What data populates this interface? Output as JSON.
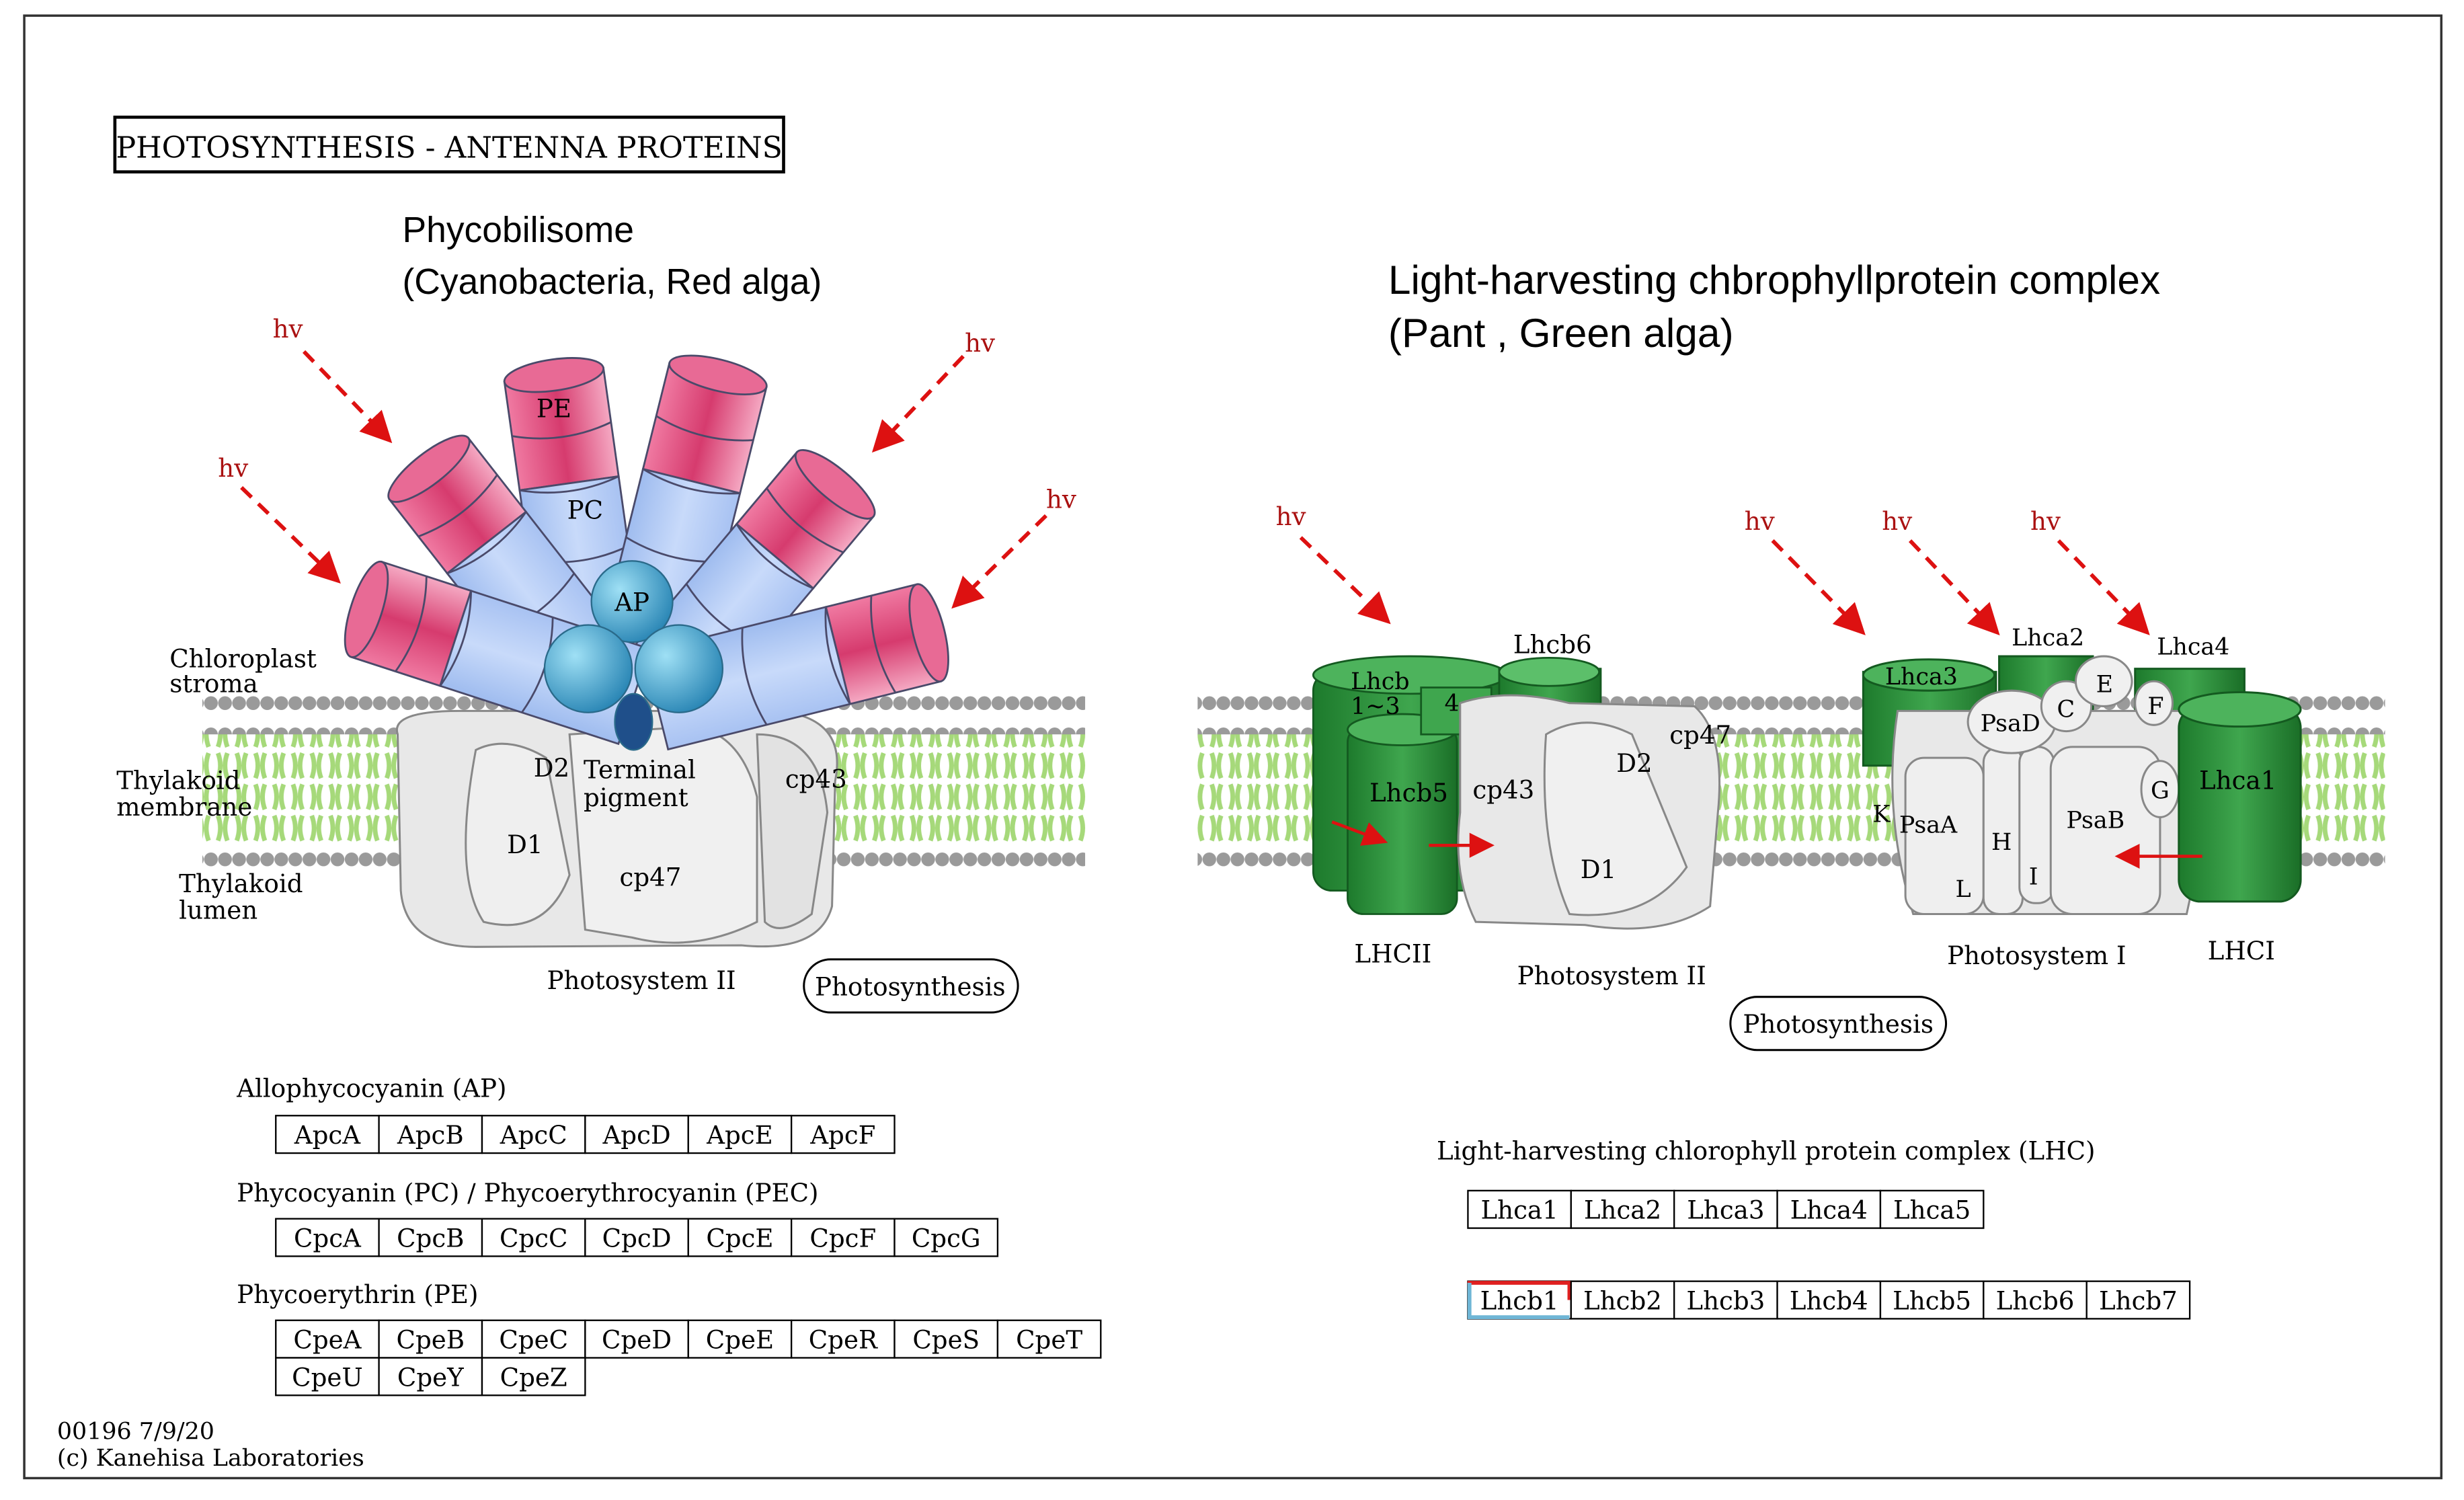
{
  "title": "PHOTOSYNTHESIS - ANTENNA PROTEINS",
  "footer": {
    "id_date": "00196 7/9/20",
    "copyright": "(c) Kanehisa Laboratories"
  },
  "left": {
    "heading1": "Phycobilisome",
    "heading2": "(Cyanobacteria, Red alga)",
    "labels": {
      "stroma": [
        "Chloroplast",
        "stroma"
      ],
      "membrane": [
        "Thylakoid",
        "membrane"
      ],
      "lumen": [
        "Thylakoid",
        "lumen"
      ],
      "PE": "PE",
      "PC": "PC",
      "AP": "AP",
      "terminal": [
        "Terminal",
        "pigment"
      ],
      "D2": "D2",
      "D1": "D1",
      "cp43": "cp43",
      "cp47": "cp47",
      "ps2": "Photosystem II"
    },
    "link": "Photosynthesis",
    "groups": [
      {
        "title": "Allophycocyanin (AP)",
        "rows": [
          [
            "ApcA",
            "ApcB",
            "ApcC",
            "ApcD",
            "ApcE",
            "ApcF"
          ]
        ]
      },
      {
        "title": "Phycocyanin (PC) / Phycoerythrocyanin (PEC)",
        "rows": [
          [
            "CpcA",
            "CpcB",
            "CpcC",
            "CpcD",
            "CpcE",
            "CpcF",
            "CpcG"
          ]
        ]
      },
      {
        "title": "Phycoerythrin (PE)",
        "rows": [
          [
            "CpeA",
            "CpeB",
            "CpeC",
            "CpeD",
            "CpeE",
            "CpeR",
            "CpeS",
            "CpeT"
          ],
          [
            "CpeU",
            "CpeY",
            "CpeZ"
          ]
        ]
      }
    ]
  },
  "right": {
    "heading1": "Light-harvesting chbrophyllprotein complex",
    "heading2": "(Pant , Green alga)",
    "labels": {
      "lhcb13": [
        "Lhcb",
        "1~3"
      ],
      "four": "4",
      "lhcb5": "Lhcb5",
      "lhcb6": "Lhcb6",
      "cp43": "cp43",
      "cp47": "cp47",
      "D2": "D2",
      "D1": "D1",
      "lhca3": "Lhca3",
      "lhca2": "Lhca2",
      "lhca4": "Lhca4",
      "lhca1": "Lhca1",
      "PsaD": "PsaD",
      "C": "C",
      "E": "E",
      "F": "F",
      "G": "G",
      "K": "K",
      "PsaA": "PsaA",
      "PsaB": "PsaB",
      "H": "H",
      "L": "L",
      "I": "I",
      "LHCII": "LHCII",
      "ps2": "Photosystem II",
      "ps1": "Photosystem I",
      "LHCI": "LHCI"
    },
    "link": "Photosynthesis",
    "lhc_title": "Light-harvesting chlorophyll protein complex (LHC)",
    "lhca": [
      "Lhca1",
      "Lhca2",
      "Lhca3",
      "Lhca4",
      "Lhca5"
    ],
    "lhcb": [
      "Lhcb1",
      "Lhcb2",
      "Lhcb3",
      "Lhcb4",
      "Lhcb5",
      "Lhcb6",
      "Lhcb7"
    ]
  },
  "hv": "hv",
  "colors": {
    "pe": "#d63b6e",
    "pc": "#b7cdf5",
    "ap": "#3a9cc8",
    "green": "#2e8b3c",
    "membrane": "#a6d97a",
    "lipid": "#9a9a9a",
    "protein": "#e6e6e6",
    "arrow": "#dd1111",
    "hv_text": "#aa1111",
    "highlight_red": "#e02020",
    "highlight_blue": "#6fb6d6"
  }
}
